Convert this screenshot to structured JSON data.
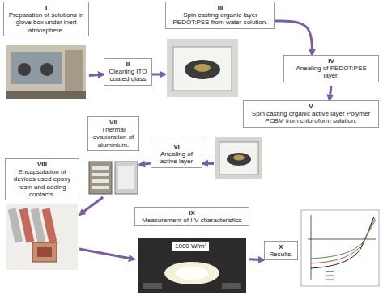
{
  "diagram": {
    "nodes": [
      {
        "text": [
          "I",
          "Preparation of solutions in glove box under inert atmosphere."
        ]
      },
      {
        "text": [
          "II",
          "Cleaning ITO coated glass"
        ]
      },
      {
        "text": [
          "III",
          "Spin casting organic layer PEDOT:PSS from water solution."
        ]
      },
      {
        "text": [
          "IV",
          "Anealing of PEDOT:PSS layer."
        ]
      },
      {
        "text": [
          "V",
          "Spin casting organic active layer Polymer PCBM from chloroform solution."
        ]
      },
      {
        "text": [
          "VI",
          "Anealing of active layer"
        ]
      },
      {
        "text": [
          "VII",
          "Thermal evaporation of aluminium."
        ]
      },
      {
        "text": [
          "VIII",
          "Encapsulation of devices used epoxy resin and adding contacts."
        ]
      },
      {
        "text": [
          "IX",
          "Measurement of I-V characteristics"
        ]
      },
      {
        "text": [
          "X",
          "Results."
        ]
      }
    ],
    "edges": [
      {
        "from": 0,
        "to": 1,
        "arrow": "to"
      },
      {
        "from": 1,
        "to": 2,
        "arrow": "to"
      },
      {
        "from": 2,
        "to": 3,
        "arrow": "to"
      },
      {
        "from": 3,
        "to": 4,
        "arrow": "to"
      },
      {
        "from": 4,
        "to": 5,
        "arrow": "to"
      },
      {
        "from": 5,
        "to": 6,
        "arrow": "to"
      },
      {
        "from": 6,
        "to": 7,
        "arrow": "to"
      },
      {
        "from": 7,
        "to": 8,
        "arrow": "to"
      },
      {
        "from": 8,
        "to": 9,
        "arrow": "to"
      }
    ],
    "labels": [
      "1000 W/m²"
    ]
  }
}
